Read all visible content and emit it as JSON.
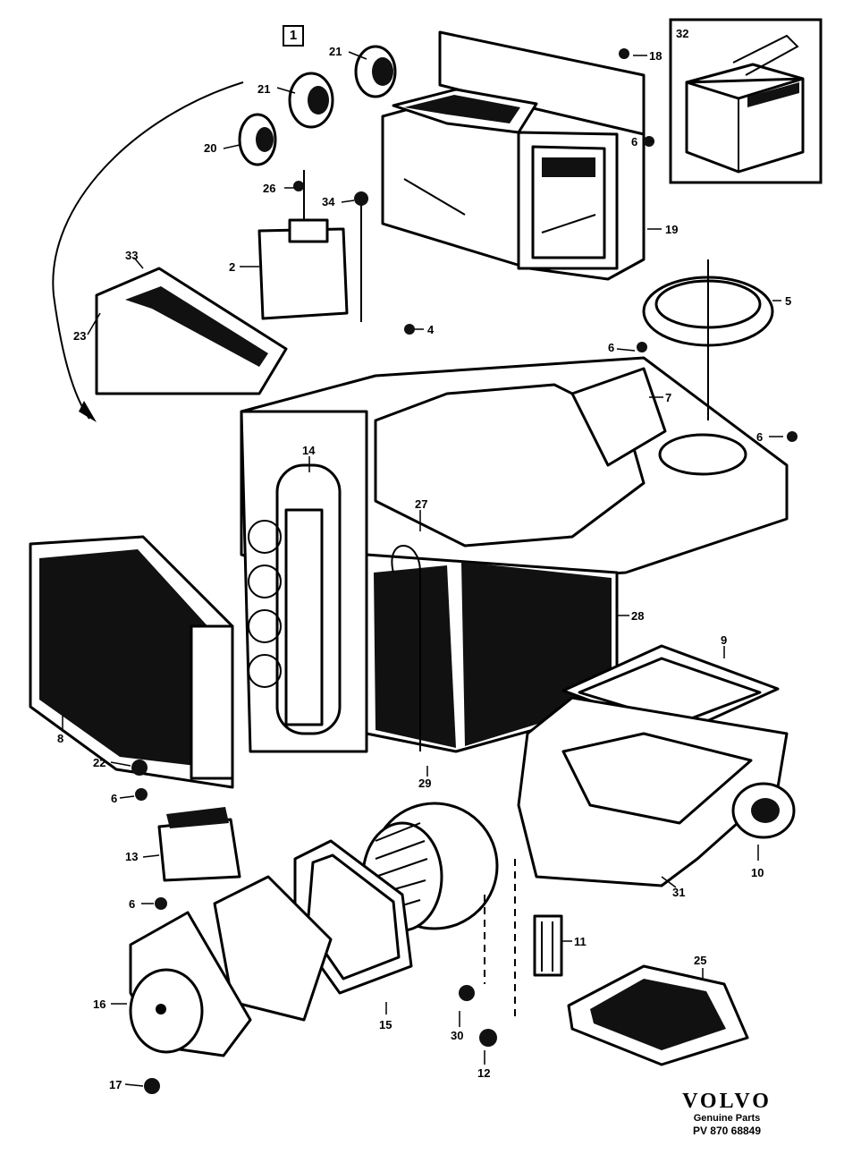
{
  "diagram": {
    "group_number": "1",
    "inset_label": "32",
    "labels": [
      {
        "id": "21a",
        "text": "21"
      },
      {
        "id": "21b",
        "text": "21"
      },
      {
        "id": "20",
        "text": "20"
      },
      {
        "id": "18",
        "text": "18"
      },
      {
        "id": "6a",
        "text": "6"
      },
      {
        "id": "19a",
        "text": "19"
      },
      {
        "id": "26",
        "text": "26"
      },
      {
        "id": "34",
        "text": "34"
      },
      {
        "id": "2",
        "text": "2"
      },
      {
        "id": "33",
        "text": "33"
      },
      {
        "id": "23",
        "text": "23"
      },
      {
        "id": "4",
        "text": "4"
      },
      {
        "id": "5",
        "text": "5"
      },
      {
        "id": "6b",
        "text": "6"
      },
      {
        "id": "7",
        "text": "7"
      },
      {
        "id": "6c",
        "text": "6"
      },
      {
        "id": "14",
        "text": "14"
      },
      {
        "id": "27",
        "text": "27"
      },
      {
        "id": "28",
        "text": "28"
      },
      {
        "id": "9",
        "text": "9"
      },
      {
        "id": "8",
        "text": "8"
      },
      {
        "id": "22",
        "text": "22"
      },
      {
        "id": "6d",
        "text": "6"
      },
      {
        "id": "29",
        "text": "29"
      },
      {
        "id": "10",
        "text": "10"
      },
      {
        "id": "13",
        "text": "13"
      },
      {
        "id": "6e",
        "text": "6"
      },
      {
        "id": "31",
        "text": "31"
      },
      {
        "id": "11",
        "text": "11"
      },
      {
        "id": "16",
        "text": "16"
      },
      {
        "id": "15",
        "text": "15"
      },
      {
        "id": "30",
        "text": "30"
      },
      {
        "id": "25",
        "text": "25"
      },
      {
        "id": "17",
        "text": "17"
      },
      {
        "id": "12",
        "text": "12"
      }
    ]
  },
  "brand": {
    "name": "VOLVO",
    "subtitle": "Genuine Parts",
    "code": "PV 870 68849"
  }
}
